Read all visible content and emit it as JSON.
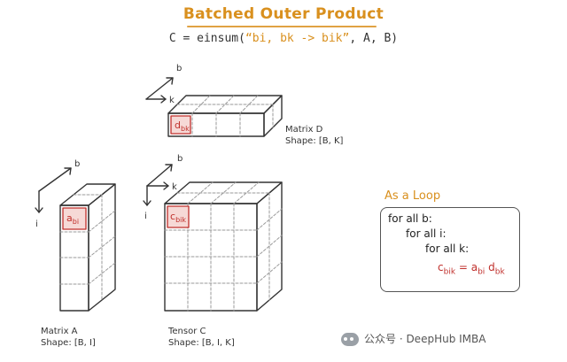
{
  "title": "Batched Outer Product",
  "formula": {
    "prefix": "C = einsum(",
    "spec": "“bi, bk -> bik”",
    "suffix": ", A, B)"
  },
  "matrix_d": {
    "name": "Matrix D",
    "shape": "Shape: [B, K]",
    "cell": "d",
    "cell_sub": "bk",
    "axis_b": "b",
    "axis_k": "k"
  },
  "matrix_a": {
    "name": "Matrix A",
    "shape": "Shape: [B, I]",
    "cell": "a",
    "cell_sub": "bi",
    "axis_b": "b",
    "axis_i": "i"
  },
  "tensor_c": {
    "name": "Tensor C",
    "shape": "Shape: [B, I, K]",
    "cell": "c",
    "cell_sub": "bik",
    "axis_b": "b",
    "axis_k": "k",
    "axis_i": "i"
  },
  "loop": {
    "title": "As a Loop",
    "line1": "for all b:",
    "line2": "for all i:",
    "line3": "for all k:",
    "eq_c": "c",
    "eq_c_sub": "bik",
    "eq_mid": " = a",
    "eq_a_sub": "bi",
    "eq_d": " d",
    "eq_d_sub": "bk"
  },
  "watermark": "公众号 · DeepHub IMBA",
  "colors": {
    "title": "#d9901e",
    "highlight": "#c0302c",
    "highlight_fill": "#f6d9d6",
    "grid": "#9a9a9a",
    "outline": "#333333"
  }
}
